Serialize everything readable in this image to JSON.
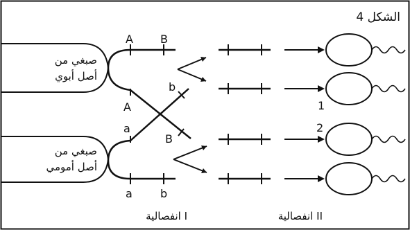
{
  "figure_title": "الشكل 4",
  "paternal_label_line1": "صبغي من",
  "paternal_label_line2": "أصل أبوي",
  "maternal_label_line1": "صبغي من",
  "maternal_label_line2": "أصل أمومي",
  "gene_A_top": "A",
  "gene_B_top": "B",
  "gene_A_bottom": "A",
  "gene_b_cross": "b",
  "gene_a_cross": "a",
  "gene_B_cross": "B",
  "gene_a_bottom": "a",
  "gene_b_bottom": "b",
  "gamete_1": "1",
  "gamete_2": "2",
  "division_1": "انفصالية I",
  "division_2": "انفصالية II"
}
